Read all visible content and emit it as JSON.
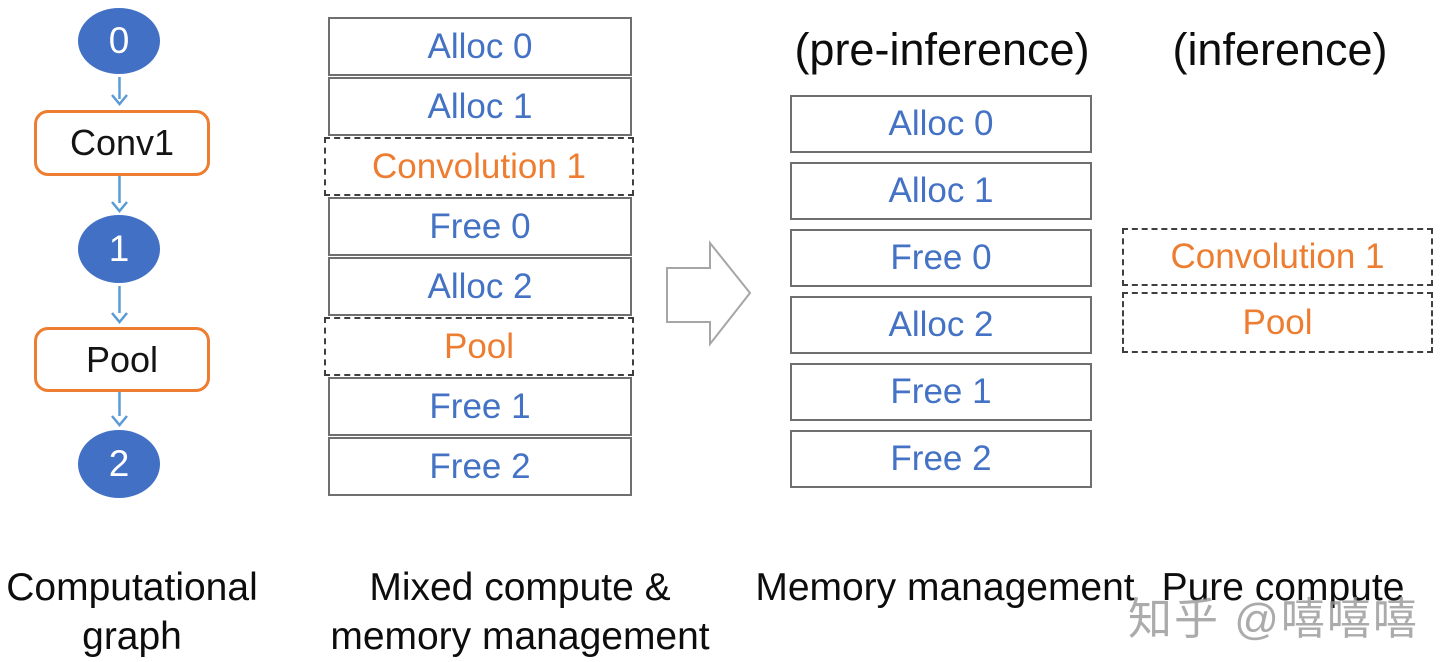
{
  "colors": {
    "node_blue": "#4170C4",
    "text_blue": "#4472C4",
    "accent_orange": "#ED7D31",
    "connector_blue": "#5B9BD5",
    "box_border_gray": "#6F6F6F",
    "block_arrow_gray": "#A6A6A6",
    "text_black": "#0d0d0d",
    "watermark_gray": "#989898"
  },
  "graph": {
    "node0": "0",
    "op1": "Conv1",
    "node1": "1",
    "op2": "Pool",
    "node2": "2",
    "caption": {
      "line1": "Computational",
      "line2": "graph"
    }
  },
  "mixed": {
    "rows": [
      {
        "label": "Alloc 0",
        "type": "memory"
      },
      {
        "label": "Alloc 1",
        "type": "memory"
      },
      {
        "label": "Convolution 1",
        "type": "compute"
      },
      {
        "label": "Free 0",
        "type": "memory"
      },
      {
        "label": "Alloc 2",
        "type": "memory"
      },
      {
        "label": "Pool",
        "type": "compute"
      },
      {
        "label": "Free 1",
        "type": "memory"
      },
      {
        "label": "Free 2",
        "type": "memory"
      }
    ],
    "caption": {
      "line1": "Mixed compute &",
      "line2": "memory management"
    }
  },
  "pre_inference": {
    "header": "(pre-inference)",
    "rows": [
      {
        "label": "Alloc 0"
      },
      {
        "label": "Alloc 1"
      },
      {
        "label": "Free 0"
      },
      {
        "label": "Alloc 2"
      },
      {
        "label": "Free 1"
      },
      {
        "label": "Free 2"
      }
    ],
    "caption": "Memory management"
  },
  "inference": {
    "header": "(inference)",
    "rows": [
      {
        "label": "Convolution 1"
      },
      {
        "label": "Pool"
      }
    ],
    "caption": "Pure compute"
  },
  "watermark": "知乎 @嘻嘻嘻"
}
